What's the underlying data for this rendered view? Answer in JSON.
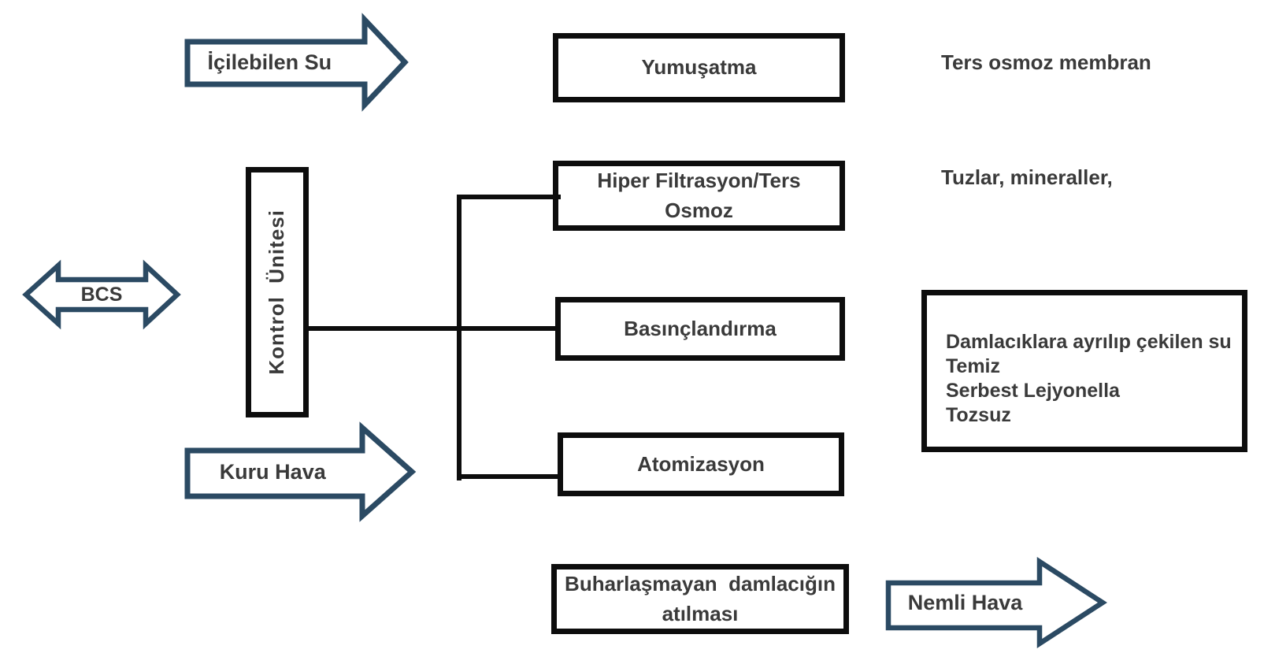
{
  "colors": {
    "arrow_outline": "#2b4a63",
    "box_border": "#0d0d0d",
    "text": "#3a3a3a",
    "background": "#ffffff"
  },
  "arrows": {
    "icilebilen_su": {
      "label": "İçilebilen Su",
      "direction": "right"
    },
    "bcs": {
      "label": "BCS",
      "direction": "both"
    },
    "kuru_hava": {
      "label": "Kuru Hava",
      "direction": "right"
    },
    "nemli_hava": {
      "label": "Nemli Hava",
      "direction": "right"
    }
  },
  "boxes": {
    "yumusatma": {
      "label": "Yumuşatma"
    },
    "hiper_filtrasyon": {
      "line1": "Hiper Filtrasyon/Ters",
      "line2": "Osmoz"
    },
    "basinclandirma": {
      "label": "Basınçlandırma"
    },
    "atomizasyon": {
      "label": "Atomizasyon"
    },
    "kontrol_unitesi": {
      "label": "Kontrol  Ünitesi"
    },
    "buharlasmayan": {
      "line1": "Buharlaşmayan  damlacığın",
      "line2": "atılması"
    },
    "output": {
      "line1": "Damlacıklara ayrılıp çekilen su",
      "line2": "Temiz",
      "line3": "Serbest Lejyonella",
      "line4": "Tozsuz"
    }
  },
  "annotations": {
    "ters_osmoz": "Ters osmoz membran",
    "tuzlar_mineraller": "Tuzlar, mineraller,"
  }
}
